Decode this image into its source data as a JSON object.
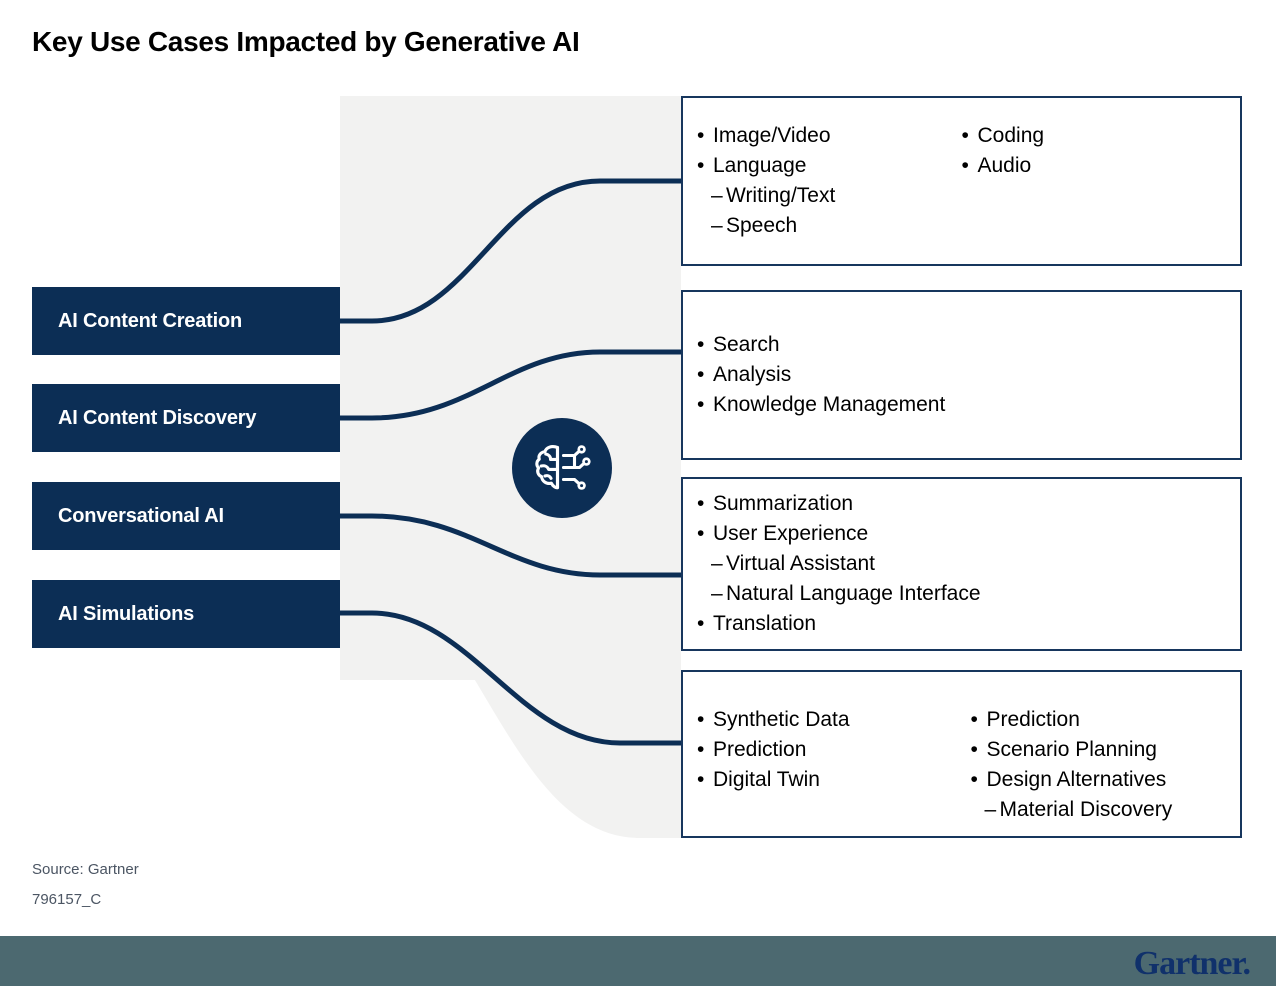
{
  "title": "Key Use Cases Impacted by Generative AI",
  "colors": {
    "navy": "#0C2E55",
    "box_border": "#17365D",
    "ribbon_gray": "#F2F2F1",
    "footer_bar": "#4C6970",
    "logo_navy": "#10316B",
    "footnote_gray": "#4B5563"
  },
  "categories": [
    {
      "label": "AI Content Creation"
    },
    {
      "label": "AI Content Discovery"
    },
    {
      "label": "Conversational AI"
    },
    {
      "label": "AI Simulations"
    }
  ],
  "center_icon": {
    "name": "ai-brain-circuit-icon"
  },
  "usecase_boxes": [
    {
      "name": "content-creation-usecases",
      "columns": [
        [
          {
            "marker": "•",
            "text": "Image/Video",
            "level": 1
          },
          {
            "marker": "•",
            "text": "Language",
            "level": 1
          },
          {
            "marker": "–",
            "text": "Writing/Text",
            "level": 2
          },
          {
            "marker": "–",
            "text": "Speech",
            "level": 2
          }
        ],
        [
          {
            "marker": "•",
            "text": "Coding",
            "level": 1
          },
          {
            "marker": "•",
            "text": "Audio",
            "level": 1
          }
        ]
      ]
    },
    {
      "name": "content-discovery-usecases",
      "columns": [
        [
          {
            "marker": "•",
            "text": "Search",
            "level": 1
          },
          {
            "marker": "•",
            "text": "Analysis",
            "level": 1
          },
          {
            "marker": "•",
            "text": "Knowledge Management",
            "level": 1
          }
        ],
        []
      ]
    },
    {
      "name": "conversational-ai-usecases",
      "columns": [
        [
          {
            "marker": "•",
            "text": "Summarization",
            "level": 1
          },
          {
            "marker": "•",
            "text": "User Experience",
            "level": 1
          },
          {
            "marker": "–",
            "text": "Virtual Assistant",
            "level": 2
          },
          {
            "marker": "–",
            "text": "Natural Language Interface",
            "level": 2
          },
          {
            "marker": "•",
            "text": "Translation",
            "level": 1
          }
        ],
        []
      ]
    },
    {
      "name": "ai-simulations-usecases",
      "columns": [
        [
          {
            "marker": "•",
            "text": "Synthetic Data",
            "level": 1
          },
          {
            "marker": "•",
            "text": "Prediction",
            "level": 1
          },
          {
            "marker": "•",
            "text": "Digital Twin",
            "level": 1
          }
        ],
        [
          {
            "marker": "•",
            "text": "Prediction",
            "level": 1
          },
          {
            "marker": "•",
            "text": "Scenario Planning",
            "level": 1
          },
          {
            "marker": "•",
            "text": "Design Alternatives",
            "level": 1
          },
          {
            "marker": "–",
            "text": "Material Discovery",
            "level": 2
          }
        ]
      ]
    }
  ],
  "footer": {
    "source": "Source: Gartner",
    "doc_id": "796157_C",
    "logo": "Gartner",
    "logo_dot": "."
  }
}
